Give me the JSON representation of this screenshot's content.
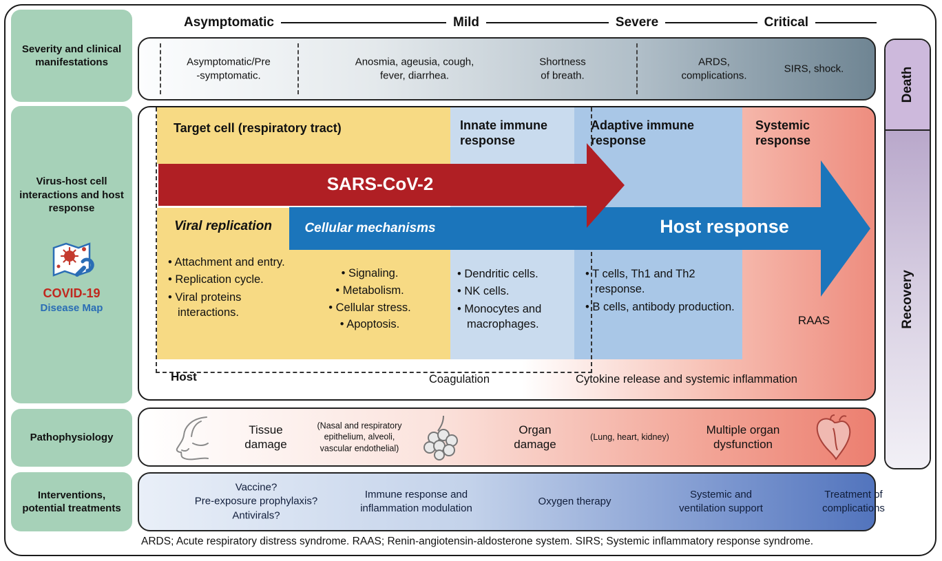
{
  "sidebar": {
    "severity_label": "Severity and clinical manifestations",
    "virus_host_label": "Virus-host cell interactions and host response",
    "pathophysiology_label": "Pathophysiology",
    "interventions_label": "Interventions, potential treatments",
    "logo": {
      "title": "COVID-19",
      "subtitle": "Disease Map"
    }
  },
  "severity": {
    "stages": [
      "Asymptomatic",
      "Mild",
      "Severe",
      "Critical"
    ],
    "manifestations": [
      "Asymptomatic/Pre\n-symptomatic.",
      "Anosmia, ageusia, cough,\nfever, diarrhea.",
      "Shortness\nof breath.",
      "ARDS,\ncomplications.",
      "SIRS, shock."
    ]
  },
  "outcomes": {
    "death": "Death",
    "recovery": "Recovery"
  },
  "main": {
    "blocks": {
      "target_cell": "Target cell (respiratory tract)",
      "innate": "Innate immune\nresponse",
      "adaptive": "Adaptive immune\nresponse",
      "systemic": "Systemic\nresponse"
    },
    "arrows": {
      "virus": "SARS-CoV-2",
      "host": "Host response"
    },
    "sections": {
      "viral_replication": "Viral replication",
      "cellular_mechanisms": "Cellular mechanisms"
    },
    "viral_replication_items": [
      "Attachment and entry.",
      "Replication cycle.",
      "Viral proteins interactions."
    ],
    "cellular_mechanisms_items": [
      "Signaling.",
      "Metabolism.",
      "Cellular stress.",
      "Apoptosis."
    ],
    "innate_items": [
      "Dendritic cells.",
      "NK cells.",
      "Monocytes and macrophages."
    ],
    "adaptive_items": [
      "T cells, Th1 and Th2 response.",
      "B cells, antibody production."
    ],
    "raas": "RAAS",
    "host_label": "Host",
    "coagulation": "Coagulation",
    "cytokine": "Cytokine release and systemic inflammation"
  },
  "pathophysiology": {
    "tissue_damage": "Tissue\ndamage",
    "tissue_detail": "(Nasal and respiratory\nepithelium, alveoli,\nvascular endothelial)",
    "organ_damage": "Organ\ndamage",
    "organ_detail": "(Lung, heart, kidney)",
    "multi_organ": "Multiple organ\ndysfunction"
  },
  "interventions": [
    "Vaccine?\nPre-exposure prophylaxis?\nAntivirals?",
    "Immune response and\ninflammation modulation",
    "Oxygen therapy",
    "Systemic and\nventilation support",
    "Treatment of\ncomplications"
  ],
  "caption": "ARDS; Acute respiratory distress syndrome. RAAS; Renin-angiotensin-aldosterone system. SIRS; Systemic inflammatory response syndrome.",
  "colors": {
    "sidebar_green": "#a6d1b8",
    "virus_arrow_red": "#b01f24",
    "host_arrow_blue": "#1b75bb",
    "target_cell_yellow": "#f7da84",
    "innate_blue": "#c9dbee",
    "adaptive_blue": "#a9c7e7",
    "death_purple": "#cdb9dc",
    "logo_red": "#c0281e",
    "logo_blue": "#2a6db5"
  }
}
